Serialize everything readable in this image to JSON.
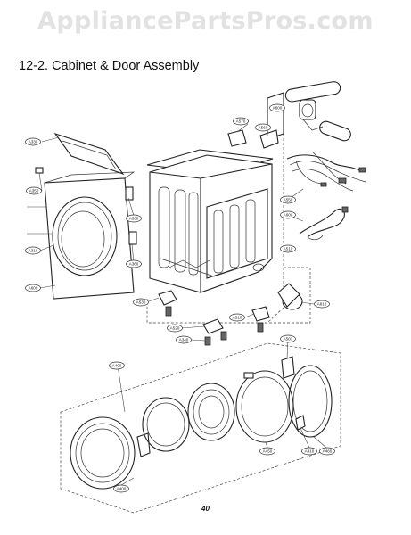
{
  "watermark": "AppliancePartsPros.com",
  "section_title": "12-2. Cabinet & Door Assembly",
  "page_number": "40",
  "callouts": [
    {
      "label": "A600"
    },
    {
      "label": "A570"
    },
    {
      "label": "A560"
    },
    {
      "label": "A330"
    },
    {
      "label": "A350"
    },
    {
      "label": "A300"
    },
    {
      "label": "A310"
    },
    {
      "label": "A360"
    },
    {
      "label": "A600"
    },
    {
      "label": "A550"
    },
    {
      "label": "A600"
    },
    {
      "label": "A510"
    },
    {
      "label": "A530"
    },
    {
      "label": "A520"
    },
    {
      "label": "A340"
    },
    {
      "label": "A510"
    },
    {
      "label": "A810"
    },
    {
      "label": "A503"
    },
    {
      "label": "A400"
    },
    {
      "label": "A450"
    },
    {
      "label": "A410"
    },
    {
      "label": "A460"
    },
    {
      "label": "A400"
    }
  ]
}
